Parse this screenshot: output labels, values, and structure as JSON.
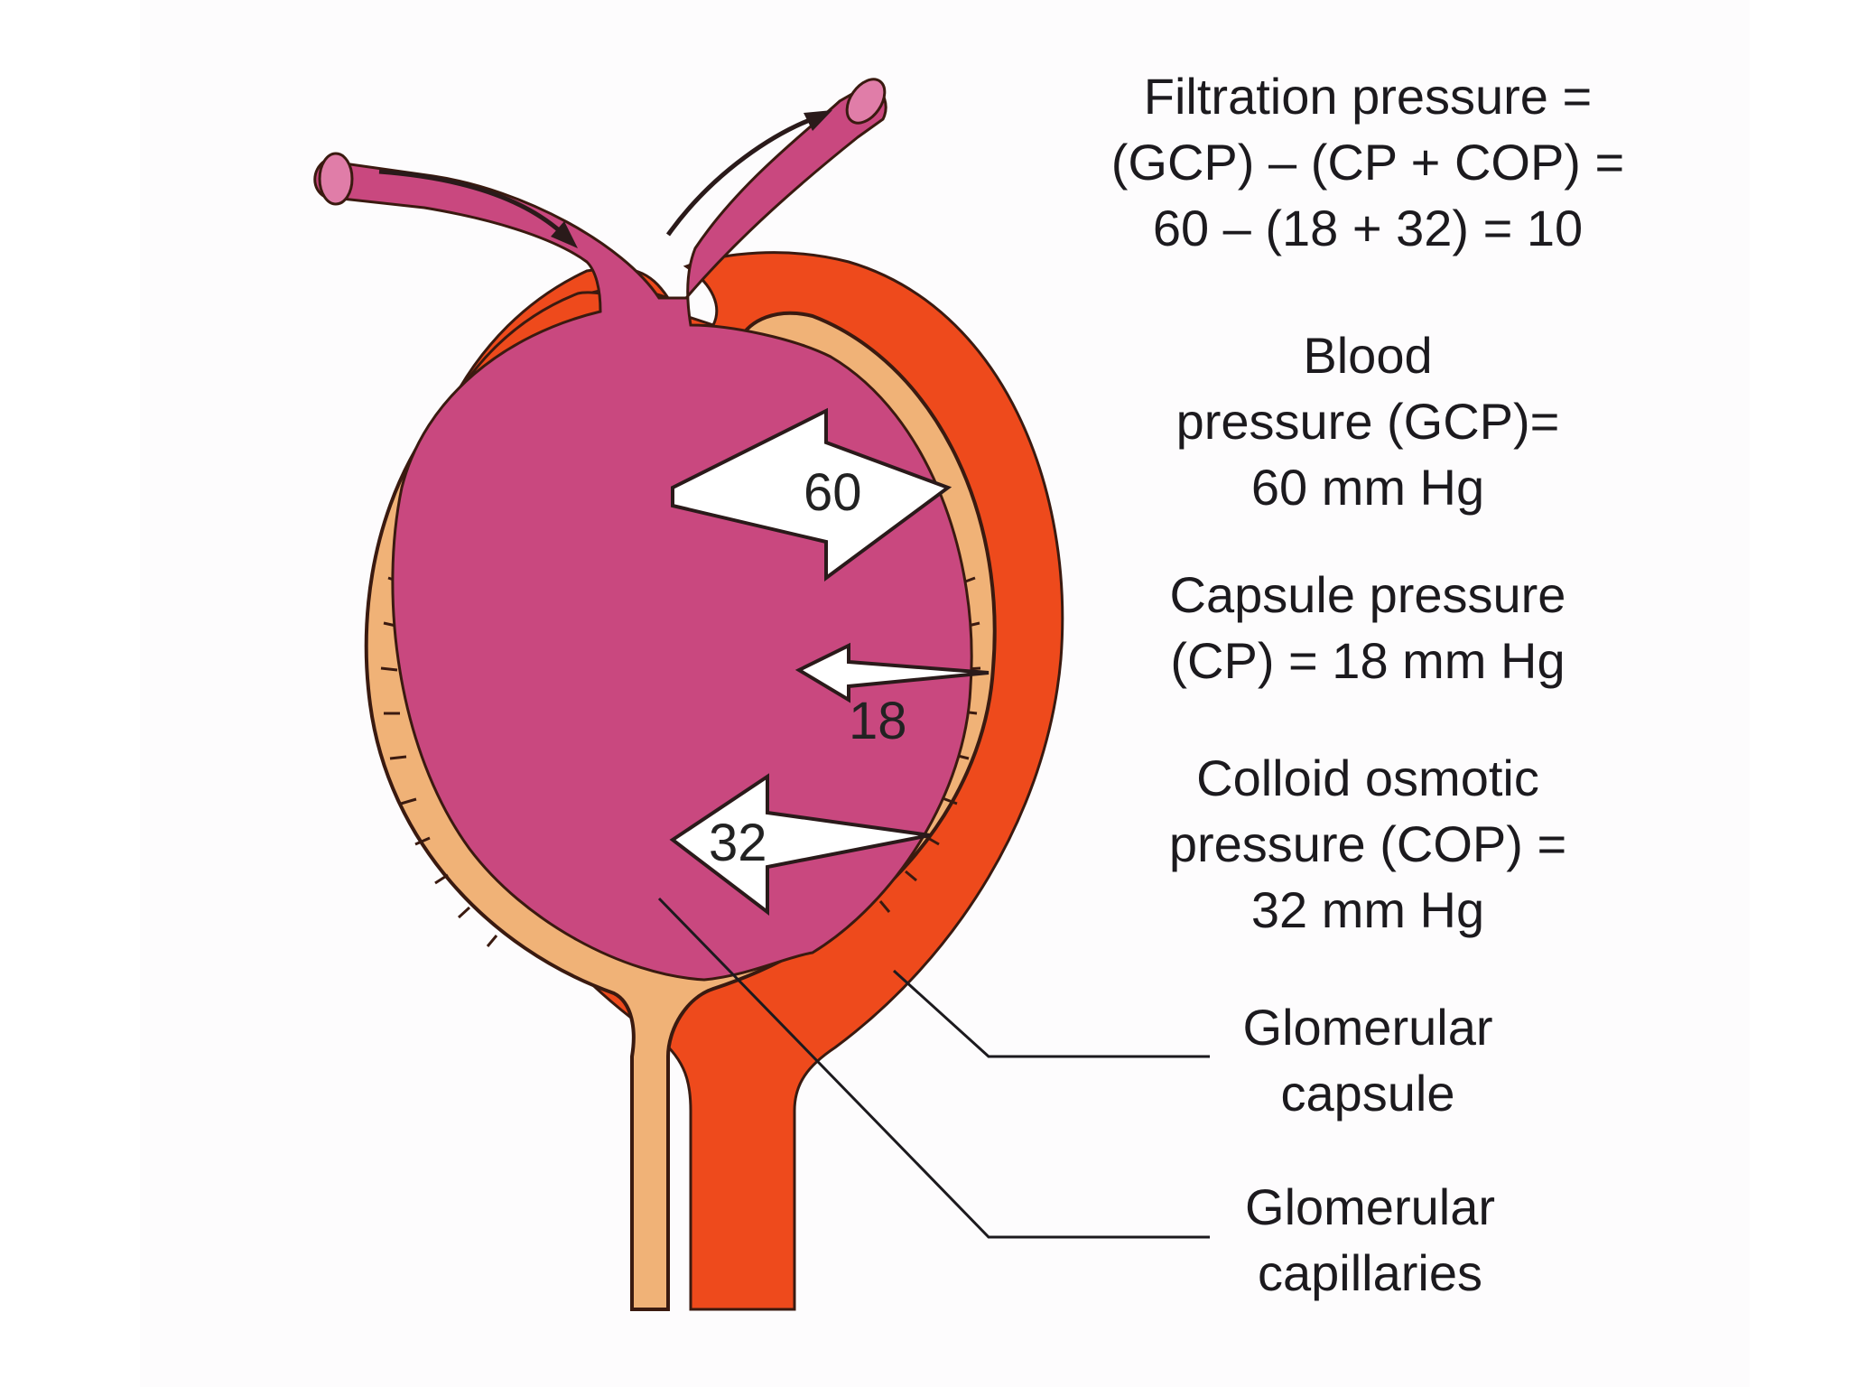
{
  "formula": {
    "line1": "Filtration pressure =",
    "line2": "(GCP) – (CP + COP) =",
    "line3": "60 – (18 + 32) = 10"
  },
  "blood_pressure": {
    "line1": "Blood",
    "line2": "pressure (GCP)=",
    "line3": "60 mm Hg"
  },
  "capsule_pressure": {
    "line1": "Capsule pressure",
    "line2": "(CP) = 18 mm Hg"
  },
  "colloid_pressure": {
    "line1": "Colloid osmotic",
    "line2": "pressure (COP) =",
    "line3": "32 mm Hg"
  },
  "labels": {
    "glomerular_capsule_1": "Glomerular",
    "glomerular_capsule_2": "capsule",
    "glomerular_capillaries_1": "Glomerular",
    "glomerular_capillaries_2": "capillaries"
  },
  "arrows": {
    "gcp_value": "60",
    "cp_value": "18",
    "cop_value": "32"
  },
  "colors": {
    "capsule": "#ee4a1c",
    "capillaries": "#c9487f",
    "membrane": "#f0b277",
    "arrow_fill": "#ffffff"
  }
}
